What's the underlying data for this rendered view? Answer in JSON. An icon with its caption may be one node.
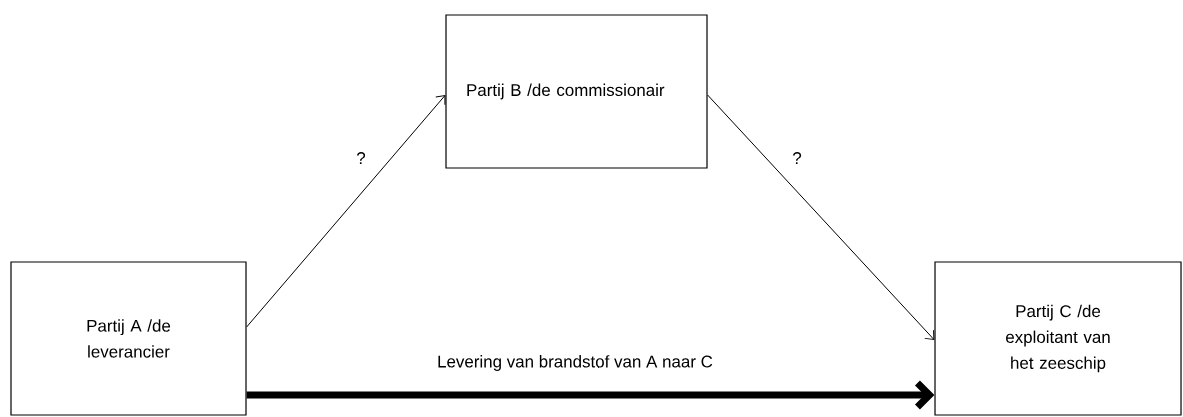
{
  "diagram": {
    "nodes": [
      {
        "text": [
          "Partij A /de leverancier"
        ]
      },
      {
        "text": [
          "Partij B /de commissionair"
        ]
      },
      {
        "text": [
          "Partij C /de exploitant van het zeeschip"
        ]
      }
    ],
    "edges": [
      {
        "from": 0,
        "to": 1,
        "arrow": "to",
        "label": "?"
      },
      {
        "from": 1,
        "to": 2,
        "arrow": "to",
        "label": "?"
      },
      {
        "from": 0,
        "to": 2,
        "arrow": "to",
        "label": "Levering van brandstof van A naar C",
        "style": "thick"
      }
    ]
  }
}
